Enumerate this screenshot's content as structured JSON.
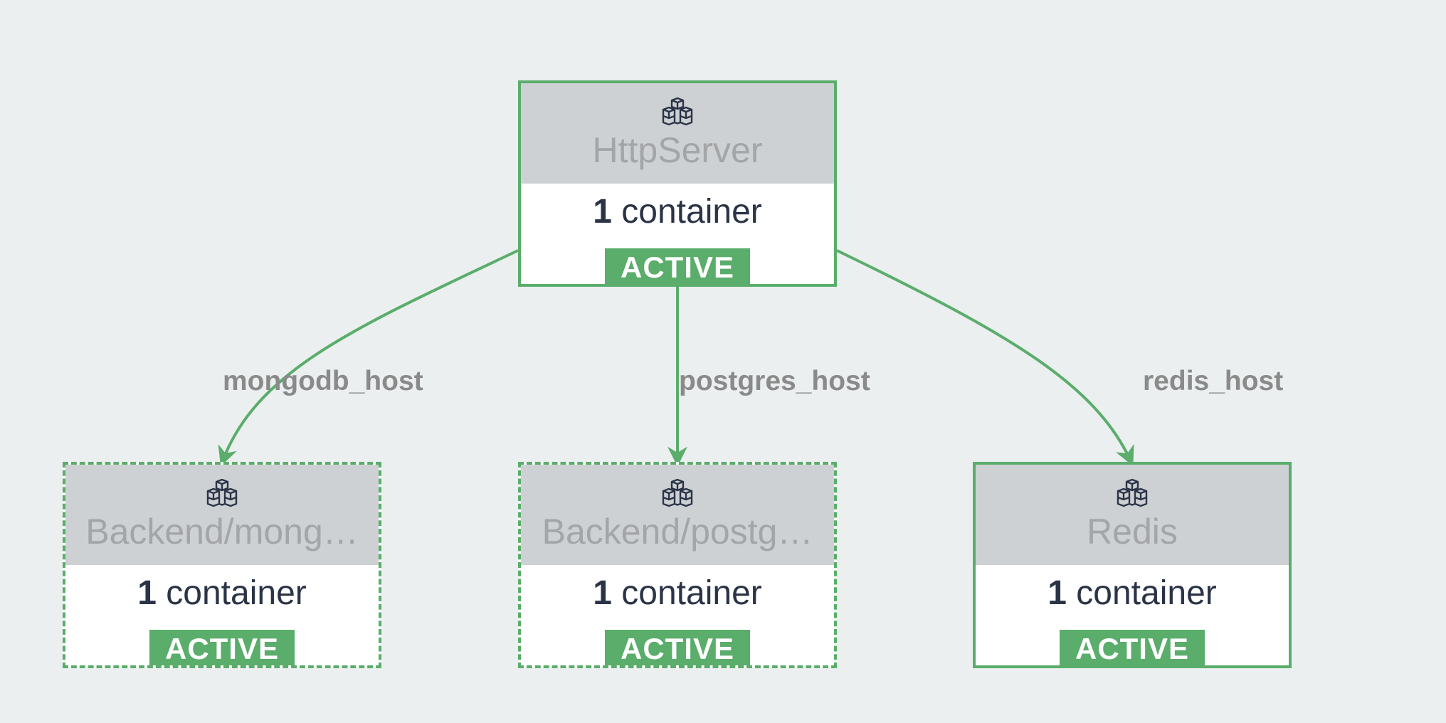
{
  "colors": {
    "background": "#ebeff0",
    "accent": "#5aad6a",
    "header_bg": "#ced1d4",
    "title_text": "#a3a5a7",
    "count_text": "#2b3447",
    "edge_label_text": "#8a8a8a"
  },
  "nodes": {
    "http": {
      "icon": "containers-stack-icon",
      "title": "HttpServer",
      "count": "1",
      "count_label": "container",
      "status": "ACTIVE",
      "border_style": "solid"
    },
    "mongo": {
      "icon": "containers-stack-icon",
      "title": "Backend/mong…",
      "count": "1",
      "count_label": "container",
      "status": "ACTIVE",
      "border_style": "dashed"
    },
    "postgres": {
      "icon": "containers-stack-icon",
      "title": "Backend/postg…",
      "count": "1",
      "count_label": "container",
      "status": "ACTIVE",
      "border_style": "dashed"
    },
    "redis": {
      "icon": "containers-stack-icon",
      "title": "Redis",
      "count": "1",
      "count_label": "container",
      "status": "ACTIVE",
      "border_style": "solid"
    }
  },
  "edges": {
    "mongodb": {
      "from": "HttpServer",
      "to": "Backend/mong…",
      "label": "mongodb_host"
    },
    "postgres": {
      "from": "HttpServer",
      "to": "Backend/postg…",
      "label": "postgres_host"
    },
    "redis": {
      "from": "HttpServer",
      "to": "Redis",
      "label": "redis_host"
    }
  }
}
